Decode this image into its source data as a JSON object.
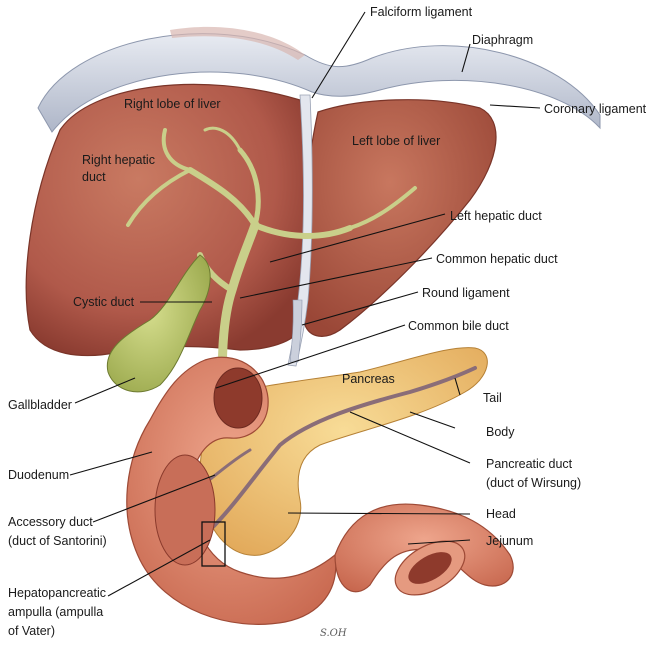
{
  "labels": {
    "falciform_ligament": "Falciform ligament",
    "diaphragm": "Diaphragm",
    "coronary_ligament": "Coronary ligament",
    "right_lobe": "Right lobe of liver",
    "left_lobe": "Left lobe of liver",
    "right_hepatic_duct_1": "Right hepatic",
    "right_hepatic_duct_2": "duct",
    "left_hepatic_duct": "Left hepatic duct",
    "common_hepatic_duct": "Common hepatic duct",
    "cystic_duct": "Cystic duct",
    "round_ligament": "Round ligament",
    "common_bile_duct": "Common bile duct",
    "pancreas": "Pancreas",
    "tail": "Tail",
    "gallbladder": "Gallbladder",
    "body": "Body",
    "duodenum": "Duodenum",
    "pancreatic_duct_1": "Pancreatic duct",
    "pancreatic_duct_2": "(duct of Wirsung)",
    "accessory_duct_1": "Accessory duct",
    "accessory_duct_2": "(duct of Santorini)",
    "head": "Head",
    "jejunum": "Jejunum",
    "ampulla_1": "Hepatopancreatic",
    "ampulla_2": "ampulla (ampulla",
    "ampulla_3": "of Vater)"
  },
  "signature": "S.OH",
  "colors": {
    "liver": "#b5614c",
    "liver_dark": "#8c3f31",
    "duct": "#c9cf8a",
    "gallbladder": "#b7c36a",
    "pancreas": "#f2c77a",
    "duodenum": "#d98870",
    "diaphragm": "#cfd4df"
  }
}
